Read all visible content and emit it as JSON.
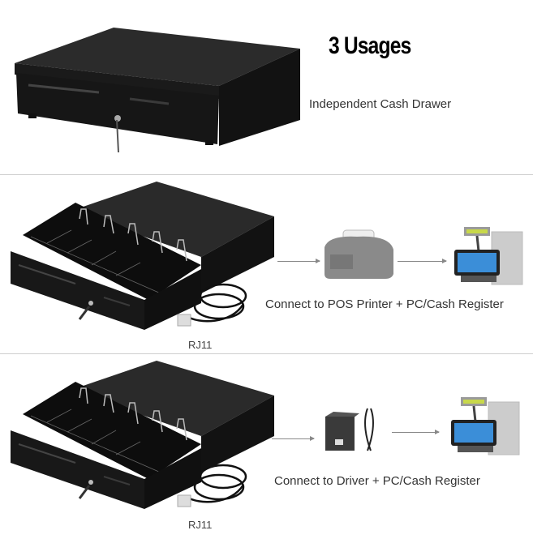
{
  "header": {
    "title": "3 Usages"
  },
  "sections": [
    {
      "label": "Independent Cash Drawer",
      "product": "closed-cash-drawer"
    },
    {
      "label": "Connect to POS Printer + PC/Cash Register",
      "cable_label": "RJ11",
      "device": "pos-printer",
      "target": "pc-cash-register"
    },
    {
      "label": "Connect to Driver + PC/Cash Register",
      "cable_label": "RJ11",
      "device": "usb-driver-box",
      "target": "pc-cash-register"
    }
  ],
  "colors": {
    "drawer": "#1a1a1a",
    "divider": "#cfcfcf",
    "text": "#333333"
  }
}
